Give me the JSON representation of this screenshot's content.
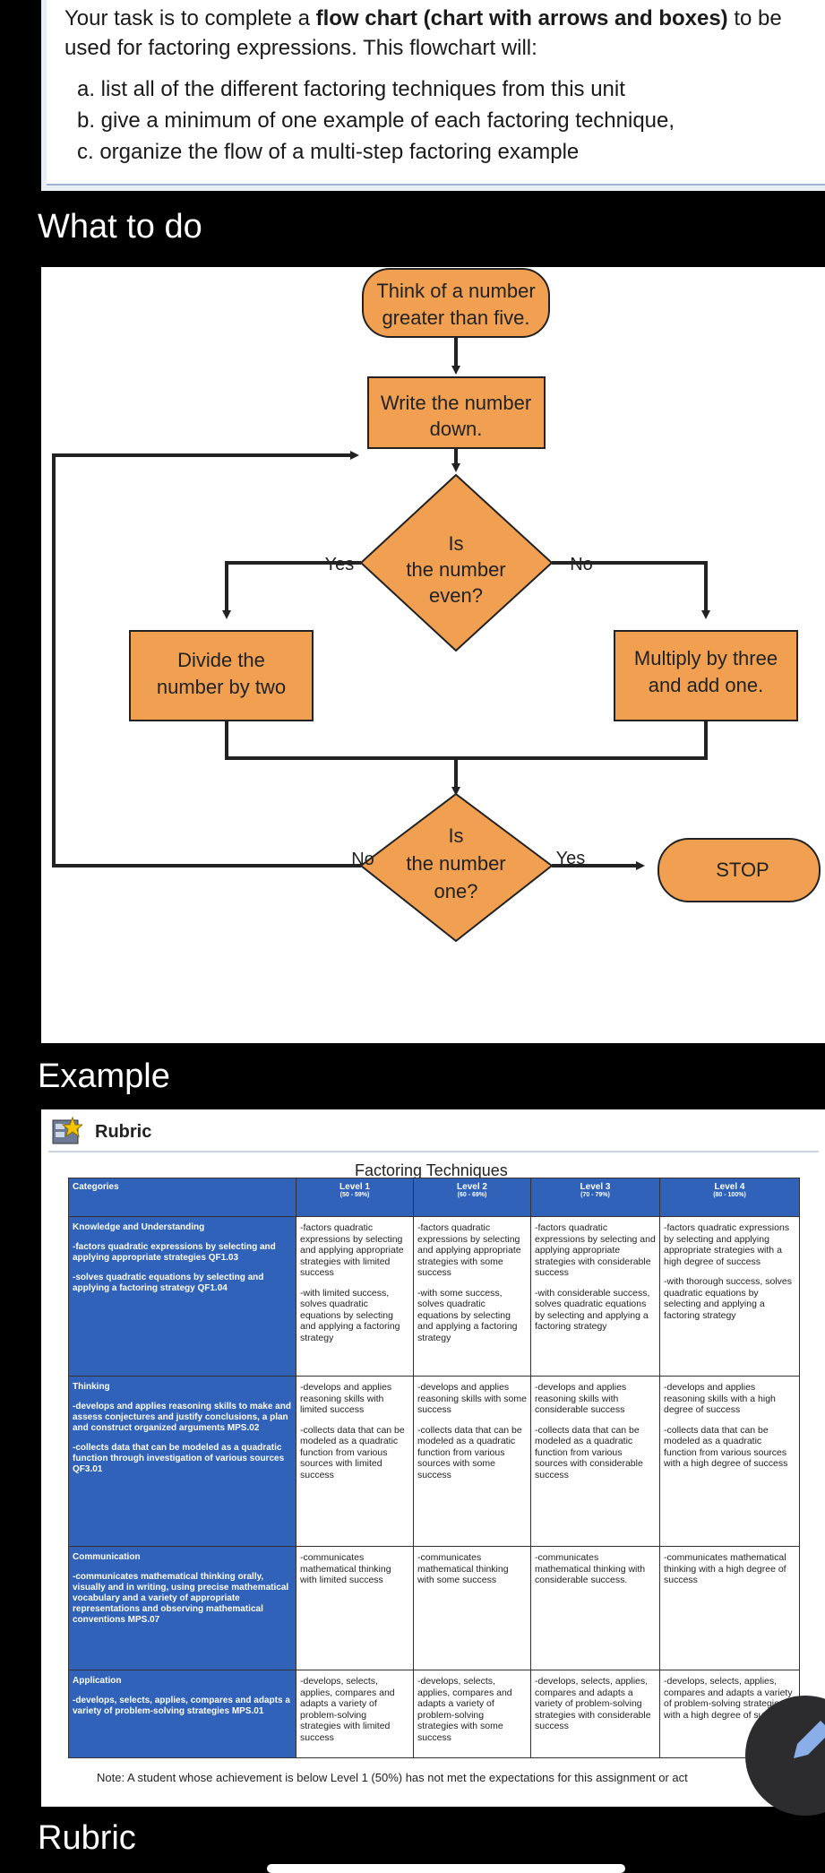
{
  "task": {
    "intro_pre": "Your task is to complete a ",
    "intro_bold": "flow chart (chart with arrows and boxes)",
    "intro_post": " to be used for factoring expressions. This flowchart will:",
    "items": [
      "a.  list all of the different factoring techniques from this unit",
      "b.  give a minimum of one example of each factoring technique,",
      "c.  organize the flow of a multi-step factoring example"
    ]
  },
  "headings": {
    "what_to_do": "What to do",
    "example": "Example",
    "rubric": "Rubric"
  },
  "flowchart": {
    "fill_color": "#f0a050",
    "border_color": "#222222",
    "start": [
      "Think of a number",
      "greater than five."
    ],
    "write": [
      "Write the number",
      "down."
    ],
    "decision1": [
      "Is",
      "the number",
      "even?"
    ],
    "yes1": "Yes",
    "no1": "No",
    "divide": [
      "Divide the",
      "number by two"
    ],
    "multiply": [
      "Multiply by three",
      "and add one."
    ],
    "decision2": [
      "Is",
      "the number",
      "one?"
    ],
    "no2": "No",
    "yes2": "Yes",
    "stop": "STOP"
  },
  "rubric": {
    "title": "Rubric",
    "table_title": "Factoring Techniques",
    "header_color": "#2f62b8",
    "columns": [
      {
        "name": "Categories",
        "range": ""
      },
      {
        "name": "Level 1",
        "range": "(50 - 59%)"
      },
      {
        "name": "Level 2",
        "range": "(60 - 69%)"
      },
      {
        "name": "Level 3",
        "range": "(70 - 79%)"
      },
      {
        "name": "Level 4",
        "range": "(80 - 100%)"
      }
    ],
    "rows": [
      {
        "category": [
          "Knowledge and Understanding",
          "-factors quadratic expressions by selecting and applying appropriate strategies QF1.03",
          "-solves quadratic equations by selecting and applying a factoring strategy QF1.04"
        ],
        "cells": [
          [
            "-factors quadratic expressions by selecting and applying appropriate strategies with limited success",
            "-with limited success, solves quadratic equations by selecting and applying a factoring strategy"
          ],
          [
            "-factors quadratic expressions by selecting and applying appropriate strategies with some success",
            "-with some success, solves quadratic equations by selecting and applying a factoring strategy"
          ],
          [
            "-factors quadratic expressions by selecting and applying appropriate strategies with considerable success",
            "-with considerable success, solves quadratic equations by selecting and applying a factoring strategy"
          ],
          [
            "-factors quadratic expressions by selecting and applying appropriate strategies with a high degree of success",
            "-with thorough success, solves quadratic equations by selecting and applying a factoring strategy"
          ]
        ]
      },
      {
        "category": [
          "Thinking",
          "-develops and applies reasoning skills to make and assess conjectures and justify conclusions, a plan and construct organized arguments MPS.02",
          "-collects data that can be modeled as a quadratic function through investigation of various sources QF3.01"
        ],
        "cells": [
          [
            "-develops and applies reasoning skills with limited success",
            "-collects data that can be modeled as a quadratic function from various sources with limited success"
          ],
          [
            "-develops and applies reasoning skills with some success",
            "-collects data that can be modeled as a quadratic function from various sources with some success"
          ],
          [
            "-develops and applies reasoning skills with considerable success",
            "-collects data that can be modeled as a quadratic function from various sources with considerable success"
          ],
          [
            "-develops and applies reasoning skills with a high degree of success",
            "-collects data that can be modeled as a quadratic function from various sources with a high degree of success"
          ]
        ]
      },
      {
        "category": [
          "Communication",
          "-communicates mathematical thinking orally, visually and in writing, using precise mathematical vocabulary and a variety of appropriate representations and observing mathematical conventions MPS.07"
        ],
        "cells": [
          [
            "-communicates mathematical thinking with limited success"
          ],
          [
            "-communicates mathematical thinking with some success"
          ],
          [
            "-communicates mathematical thinking with considerable success."
          ],
          [
            "-communicates mathematical thinking with a high degree of success"
          ]
        ]
      },
      {
        "category": [
          "Application",
          "-develops, selects, applies, compares and adapts a variety of problem-solving strategies MPS.01"
        ],
        "cells": [
          [
            "-develops, selects, applies, compares and adapts a variety of problem-solving strategies with limited success"
          ],
          [
            "-develops, selects, applies, compares and adapts a variety of problem-solving strategies with some success"
          ],
          [
            "-develops, selects, applies, compares and adapts a variety of problem-solving strategies with considerable success"
          ],
          [
            "-develops, selects, applies, compares and adapts a variety of problem-solving strategies with a high degree of success"
          ]
        ]
      }
    ],
    "note": "Note: A student whose achievement is below Level 1 (50%) has not met the expectations for this assignment or act"
  },
  "icons": {
    "rubric_icon": "rubric-star-icon",
    "fab_icon": "pencil-icon"
  }
}
